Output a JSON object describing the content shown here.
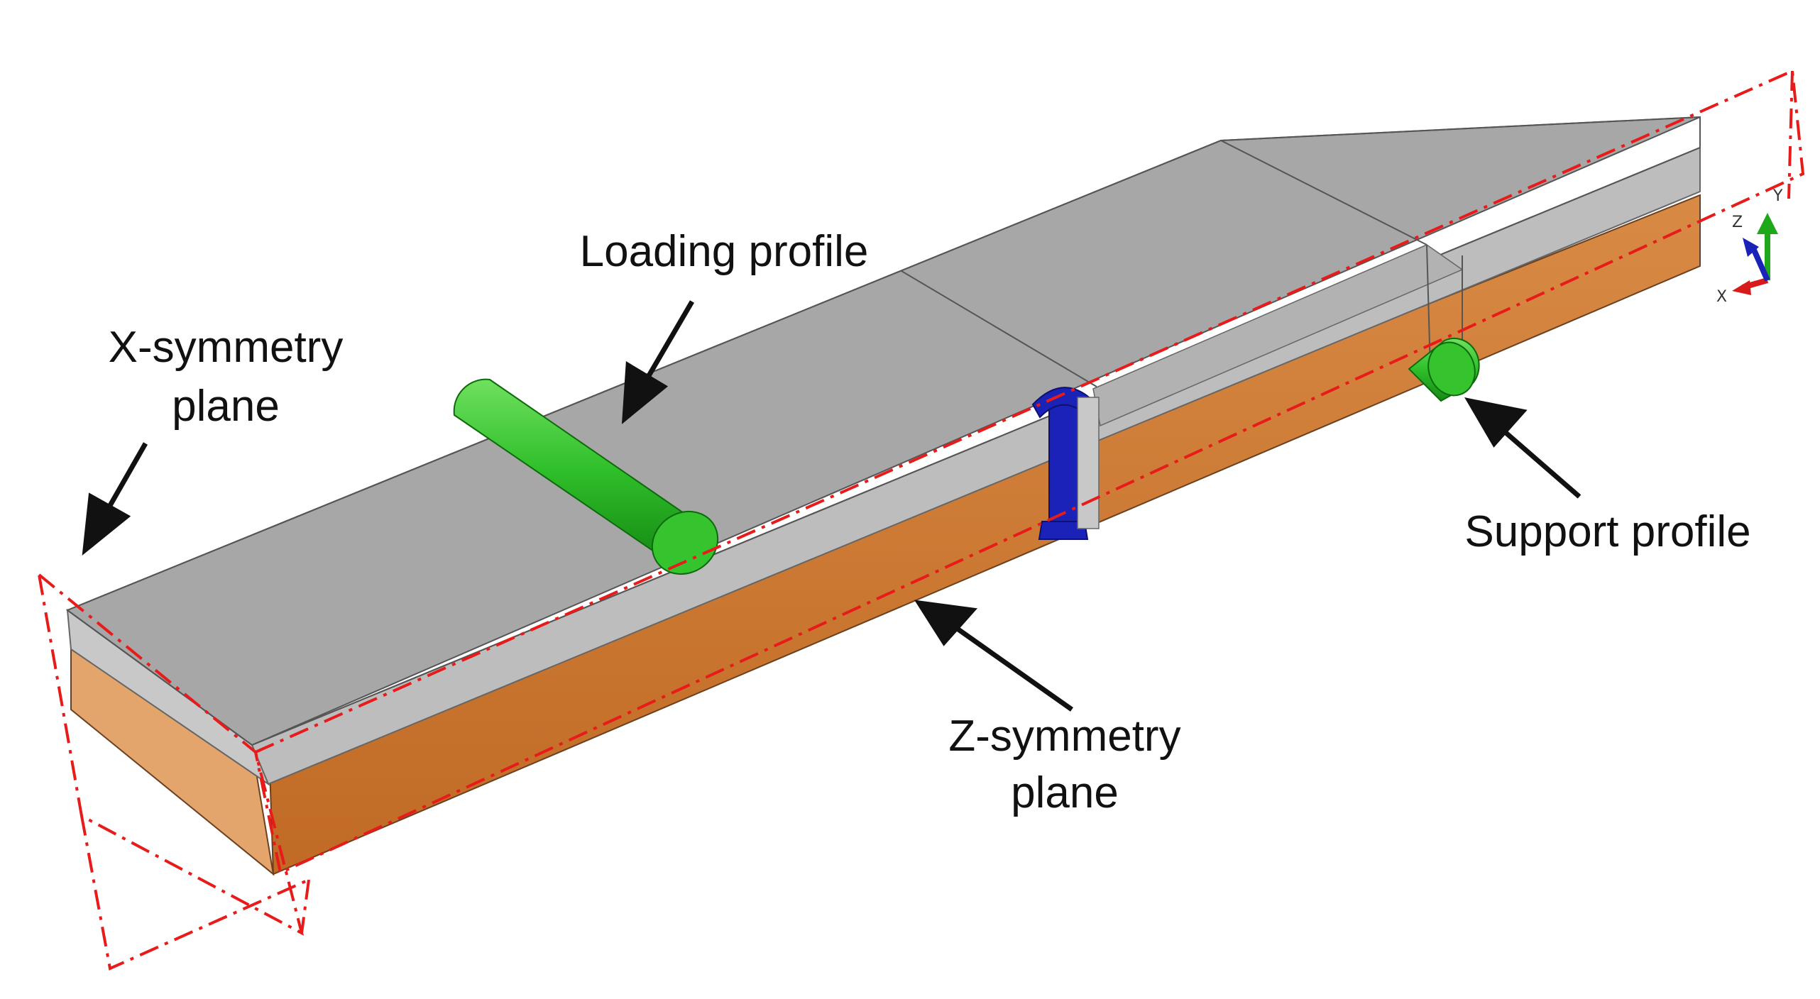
{
  "labels": {
    "x_symmetry_line1": "X-symmetry",
    "x_symmetry_line2": "plane",
    "loading_profile": "Loading profile",
    "support_profile": "Support profile",
    "z_symmetry_line1": "Z-symmetry",
    "z_symmetry_line2": "plane"
  },
  "axis_triad": {
    "x": "X",
    "y": "Y",
    "z": "Z"
  },
  "colors": {
    "deck_top": "#a7a7a7",
    "deck_edge": "#b9b9b9",
    "timber": "#cf7a34",
    "profile_green": "#2fbf2a",
    "connector_blue": "#1b22b8",
    "symmetry_line": "#e81b1b",
    "arrow": "#111111"
  }
}
